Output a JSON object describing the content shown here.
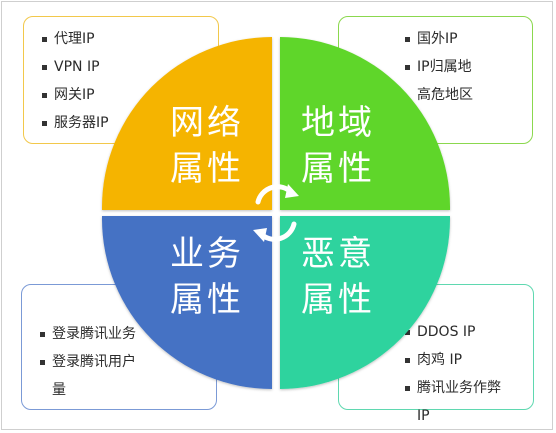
{
  "quadrants": {
    "top_left": {
      "title_line1": "网络",
      "title_line2": "属性",
      "color": "#f5b400",
      "items": [
        "代理IP",
        "VPN IP",
        "网关IP",
        "服务器IP"
      ]
    },
    "top_right": {
      "title_line1": "地域",
      "title_line2": "属性",
      "color": "#5ed62a",
      "items": [
        "国外IP",
        "IP归属地",
        "高危地区"
      ]
    },
    "bottom_left": {
      "title_line1": "业务",
      "title_line2": "属性",
      "color": "#4472c4",
      "items": [
        "登录腾讯业务",
        "登录腾讯用户",
        "量"
      ]
    },
    "bottom_right": {
      "title_line1": "恶意",
      "title_line2": "属性",
      "color": "#2fd39e",
      "items": [
        "DDOS IP",
        "肉鸡 IP",
        "腾讯业务作弊",
        "IP"
      ]
    }
  }
}
